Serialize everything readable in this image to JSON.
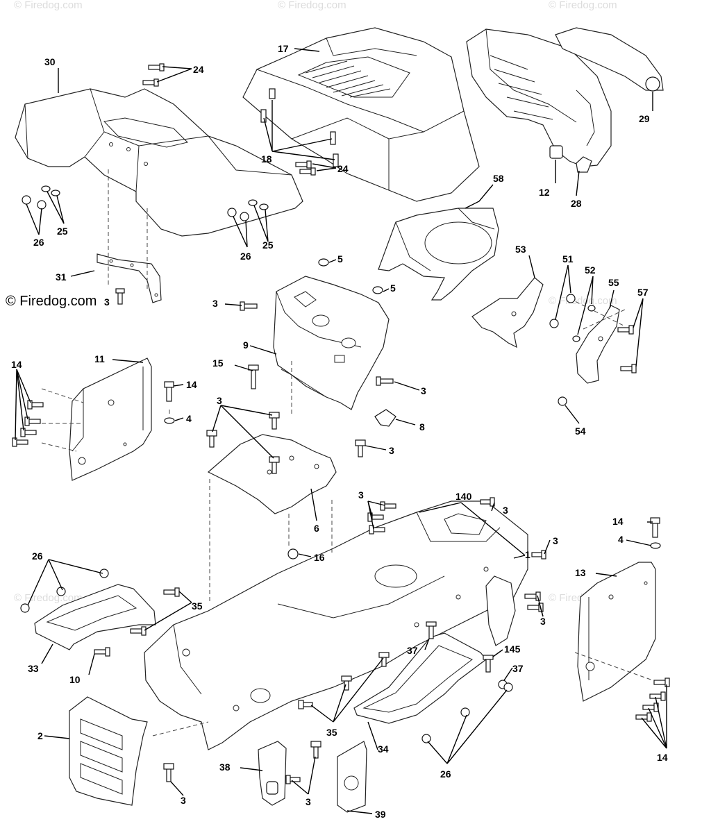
{
  "watermark": {
    "copyright": "© Firedog.com",
    "faint_text": "© Firedog.com"
  },
  "callouts": [
    {
      "id": "c-17",
      "text": "17"
    },
    {
      "id": "c-30",
      "text": "30"
    },
    {
      "id": "c-24a",
      "text": "24"
    },
    {
      "id": "c-24b",
      "text": "24"
    },
    {
      "id": "c-18",
      "text": "18"
    },
    {
      "id": "c-29",
      "text": "29"
    },
    {
      "id": "c-12",
      "text": "12"
    },
    {
      "id": "c-28",
      "text": "28"
    },
    {
      "id": "c-58",
      "text": "58"
    },
    {
      "id": "c-25a",
      "text": "25"
    },
    {
      "id": "c-26a",
      "text": "26"
    },
    {
      "id": "c-25b",
      "text": "25"
    },
    {
      "id": "c-26b",
      "text": "26"
    },
    {
      "id": "c-5a",
      "text": "5"
    },
    {
      "id": "c-5b",
      "text": "5"
    },
    {
      "id": "c-31",
      "text": "31"
    },
    {
      "id": "c-3a",
      "text": "3"
    },
    {
      "id": "c-53",
      "text": "53"
    },
    {
      "id": "c-51",
      "text": "51"
    },
    {
      "id": "c-52",
      "text": "52"
    },
    {
      "id": "c-55",
      "text": "55"
    },
    {
      "id": "c-57",
      "text": "57"
    },
    {
      "id": "c-3b",
      "text": "3"
    },
    {
      "id": "c-9",
      "text": "9"
    },
    {
      "id": "c-11",
      "text": "11"
    },
    {
      "id": "c-14a",
      "text": "14"
    },
    {
      "id": "c-15",
      "text": "15"
    },
    {
      "id": "c-14b",
      "text": "14"
    },
    {
      "id": "c-3c",
      "text": "3"
    },
    {
      "id": "c-4a",
      "text": "4"
    },
    {
      "id": "c-3d",
      "text": "3"
    },
    {
      "id": "c-8",
      "text": "8"
    },
    {
      "id": "c-54",
      "text": "54"
    },
    {
      "id": "c-3e",
      "text": "3"
    },
    {
      "id": "c-6",
      "text": "6"
    },
    {
      "id": "c-140",
      "text": "140"
    },
    {
      "id": "c-3f",
      "text": "3"
    },
    {
      "id": "c-3g",
      "text": "3"
    },
    {
      "id": "c-3h",
      "text": "3"
    },
    {
      "id": "c-1",
      "text": "1"
    },
    {
      "id": "c-14c",
      "text": "14"
    },
    {
      "id": "c-4b",
      "text": "4"
    },
    {
      "id": "c-16",
      "text": "16"
    },
    {
      "id": "c-26c",
      "text": "26"
    },
    {
      "id": "c-13",
      "text": "13"
    },
    {
      "id": "c-35a",
      "text": "35"
    },
    {
      "id": "c-3i",
      "text": "3"
    },
    {
      "id": "c-33",
      "text": "33"
    },
    {
      "id": "c-10",
      "text": "10"
    },
    {
      "id": "c-37a",
      "text": "37"
    },
    {
      "id": "c-145",
      "text": "145"
    },
    {
      "id": "c-37b",
      "text": "37"
    },
    {
      "id": "c-2",
      "text": "2"
    },
    {
      "id": "c-35b",
      "text": "35"
    },
    {
      "id": "c-34",
      "text": "34"
    },
    {
      "id": "c-14d",
      "text": "14"
    },
    {
      "id": "c-26d",
      "text": "26"
    },
    {
      "id": "c-38",
      "text": "38"
    },
    {
      "id": "c-39",
      "text": "39"
    },
    {
      "id": "c-3j",
      "text": "3"
    },
    {
      "id": "c-3k",
      "text": "3"
    }
  ]
}
